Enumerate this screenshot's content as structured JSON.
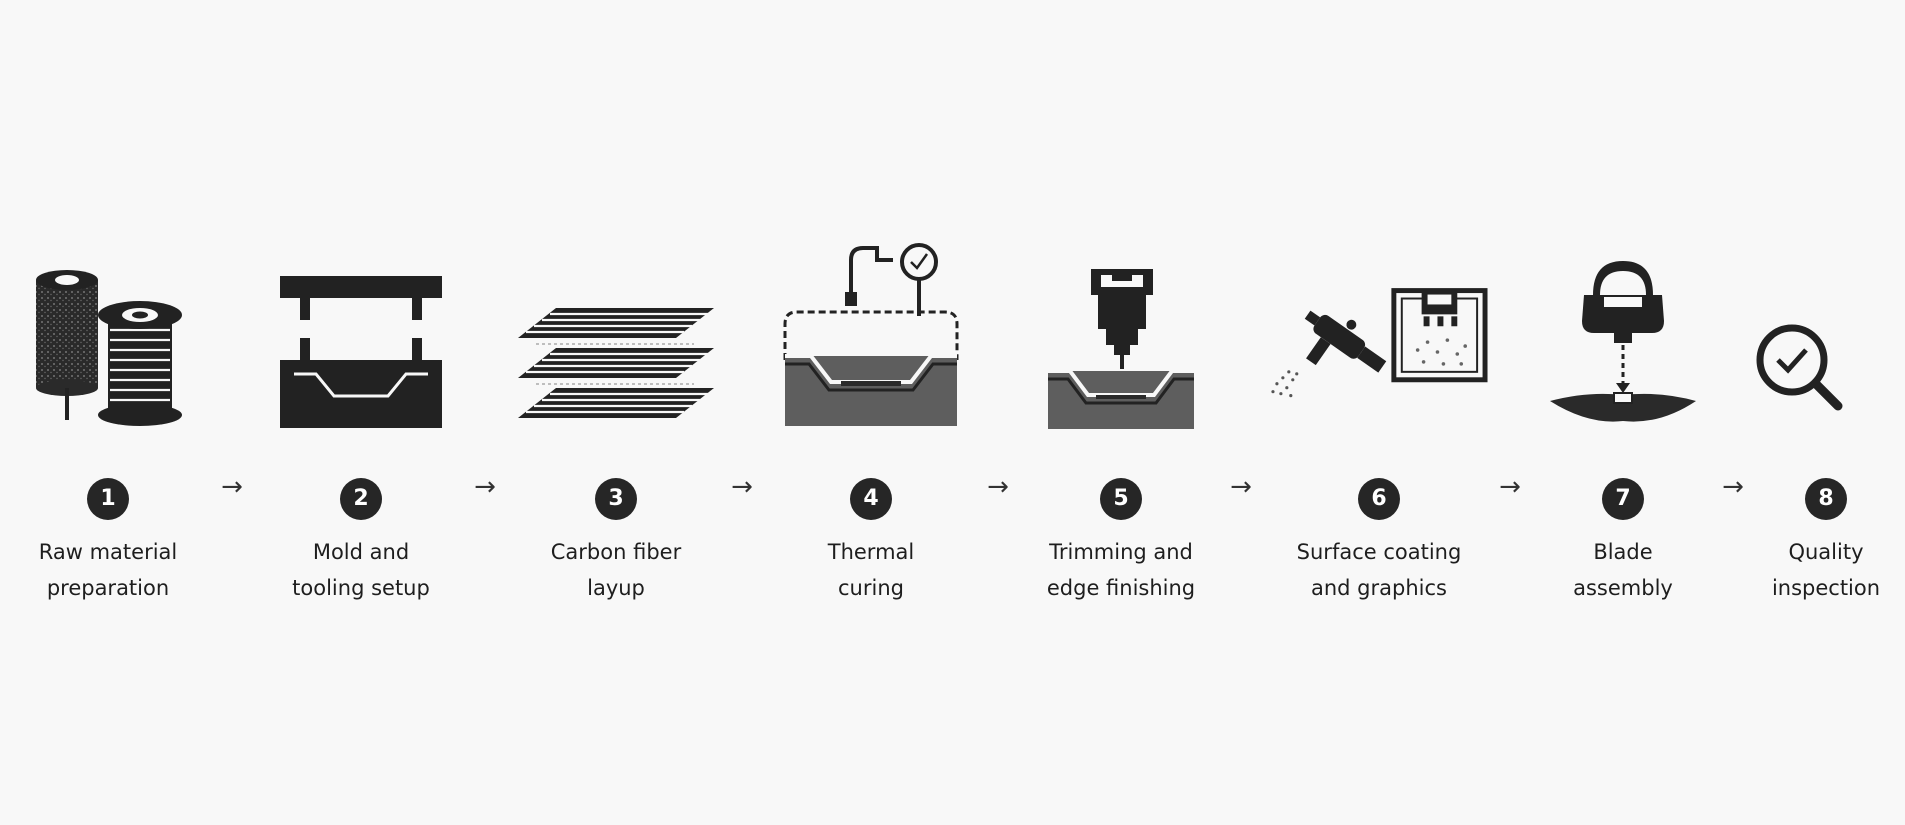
{
  "steps": [
    {
      "number": "1",
      "label_line1": "Raw material",
      "label_line2": "preparation",
      "icon": "spools-icon"
    },
    {
      "number": "2",
      "label_line1": "Mold and",
      "label_line2": "tooling setup",
      "icon": "press-mold-icon"
    },
    {
      "number": "3",
      "label_line1": "Carbon fiber",
      "label_line2": "layup",
      "icon": "fiber-layers-icon"
    },
    {
      "number": "4",
      "label_line1": "Thermal",
      "label_line2": "curing",
      "icon": "autoclave-gauge-icon"
    },
    {
      "number": "5",
      "label_line1": "Trimming and",
      "label_line2": "edge finishing",
      "icon": "cnc-router-icon"
    },
    {
      "number": "6",
      "label_line1": "Surface coating",
      "label_line2": "and graphics",
      "icon": "spray-gun-booth-icon"
    },
    {
      "number": "7",
      "label_line1": "Blade",
      "label_line2": "assembly",
      "icon": "blade-holder-icon"
    },
    {
      "number": "8",
      "label_line1": "Quality",
      "label_line2": "inspection",
      "icon": "magnifier-check-icon"
    }
  ],
  "arrow_glyph": "→"
}
